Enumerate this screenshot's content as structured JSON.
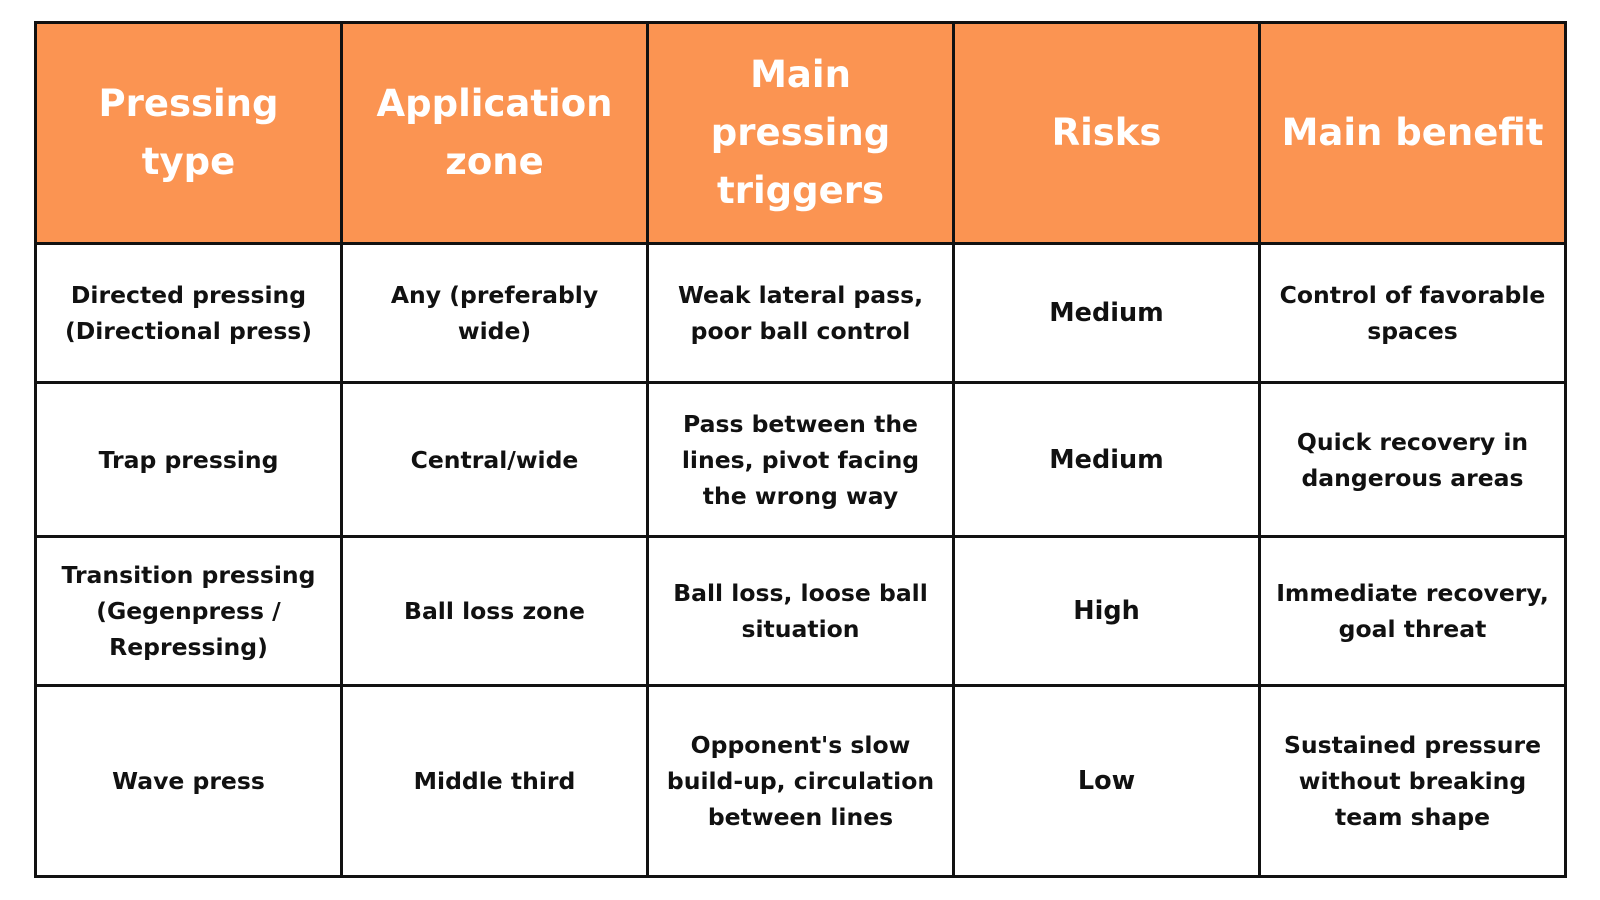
{
  "table": {
    "headers": [
      "Pressing type",
      "Application zone",
      "Main pressing triggers",
      "Risks",
      "Main benefit"
    ],
    "rows": [
      {
        "pressing_type": "Directed pressing (Directional press)",
        "application_zone": "Any (preferably wide)",
        "triggers": "Weak lateral pass, poor ball control",
        "risks": "Medium",
        "benefit": "Control of favorable spaces"
      },
      {
        "pressing_type": "Trap pressing",
        "application_zone": "Central/wide",
        "triggers": "Pass between the lines, pivot facing the wrong way",
        "risks": "Medium",
        "benefit": "Quick recovery in dangerous areas"
      },
      {
        "pressing_type": "Transition pressing (Gegenpress / Repressing)",
        "application_zone": "Ball loss zone",
        "triggers": "Ball loss, loose ball situation",
        "risks": "High",
        "benefit": "Immediate recovery, goal threat"
      },
      {
        "pressing_type": "Wave press",
        "application_zone": "Middle third",
        "triggers": "Opponent's slow build-up, circulation between lines",
        "risks": "Low",
        "benefit": "Sustained pressure without breaking team shape"
      }
    ]
  },
  "colors": {
    "header_bg": "#fb9452",
    "header_text": "#ffffff",
    "border": "#111111",
    "cell_text": "#111111"
  }
}
